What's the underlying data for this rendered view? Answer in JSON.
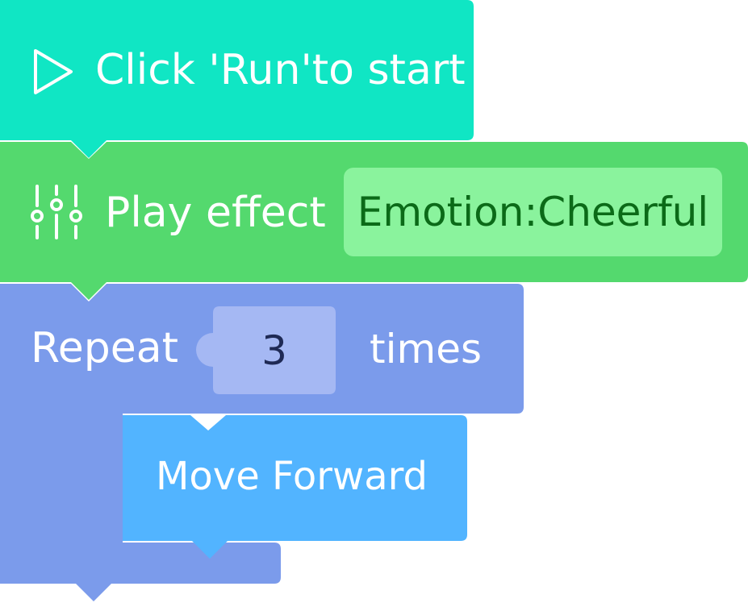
{
  "blocks": {
    "start": {
      "label": "Click 'Run'to start",
      "icon": "play-icon",
      "color": "#10e6c4"
    },
    "play_effect": {
      "label": "Play effect",
      "value": "Emotion:Cheerful",
      "icon": "sliders-icon",
      "color": "#54d96e",
      "value_bg": "#8af39d"
    },
    "repeat": {
      "label": "Repeat",
      "count": "3",
      "suffix": "times",
      "color": "#7b9beb",
      "count_bg": "#a5b8f3"
    },
    "move_forward": {
      "label": "Move Forward",
      "color": "#52b4ff"
    }
  }
}
